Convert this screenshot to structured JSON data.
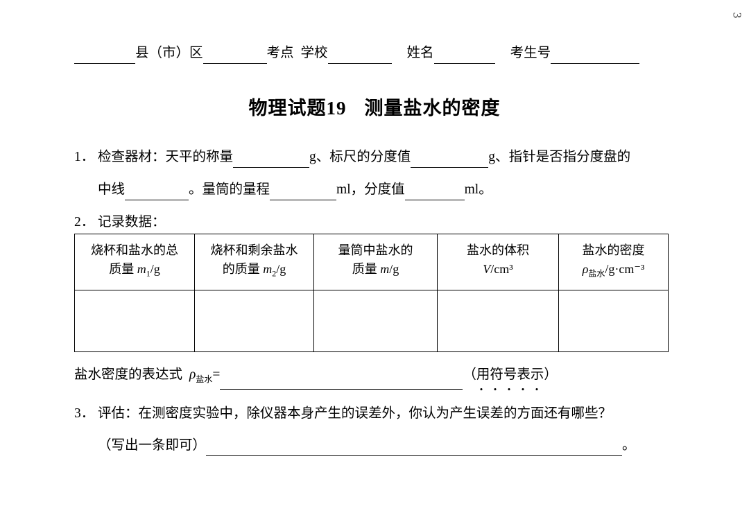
{
  "page": {
    "page_number": "3",
    "background_color": "#ffffff",
    "text_color": "#000000"
  },
  "exam_header": {
    "county_label": "县（市）区",
    "site_label": "考点",
    "school_label": "学校",
    "name_label": "姓名",
    "student_id_label": "考生号"
  },
  "title": {
    "prefix": "物理试题",
    "number": "19",
    "name": "测量盐水的密度"
  },
  "questions": [
    {
      "number": "1．",
      "line1": {
        "seg1": "检查器材：天平的称量",
        "unit1": "g、",
        "seg2": "标尺的分度值",
        "unit2": "g、",
        "seg3": "指针是否指分度盘的"
      },
      "line2": {
        "seg1": "中线",
        "seg2": "。量筒的量程",
        "unit1": "ml，",
        "seg3": "分度值",
        "unit2": "ml。"
      }
    },
    {
      "number": "2．",
      "line1": "记录数据："
    },
    {
      "number": "3．",
      "line1": "评估：在测密度实验中，除仪器本身产生的误差外，你认为产生误差的方面还有哪些？",
      "line2_prefix": "（写出一条即可）",
      "line2_suffix": "。"
    }
  ],
  "table": {
    "headers": [
      {
        "line1": "烧杯和盐水的总",
        "line2_text": "质量 ",
        "symbol": "m",
        "sub": "1",
        "unit": "/g"
      },
      {
        "line1": "烧杯和剩余盐水",
        "line2_text": "的质量 ",
        "symbol": "m",
        "sub": "2",
        "unit": "/g"
      },
      {
        "line1": "量筒中盐水的",
        "line2_text": "质量 ",
        "symbol": "m",
        "sub": "",
        "unit": "/g"
      },
      {
        "line1": "盐水的体积",
        "line2_text": "",
        "symbol": "V",
        "sub": "",
        "unit": "/cm³"
      },
      {
        "line1": "盐水的密度",
        "line2_text": "",
        "symbol": "ρ",
        "sub": "盐水",
        "unit": "/g·cm⁻³"
      }
    ],
    "rows": [
      [
        "",
        "",
        "",
        "",
        ""
      ]
    ]
  },
  "expression": {
    "label": "盐水密度的表达式",
    "symbol": "ρ",
    "subscript": "盐水",
    "equals": "=",
    "note": "（用符号表示）"
  }
}
